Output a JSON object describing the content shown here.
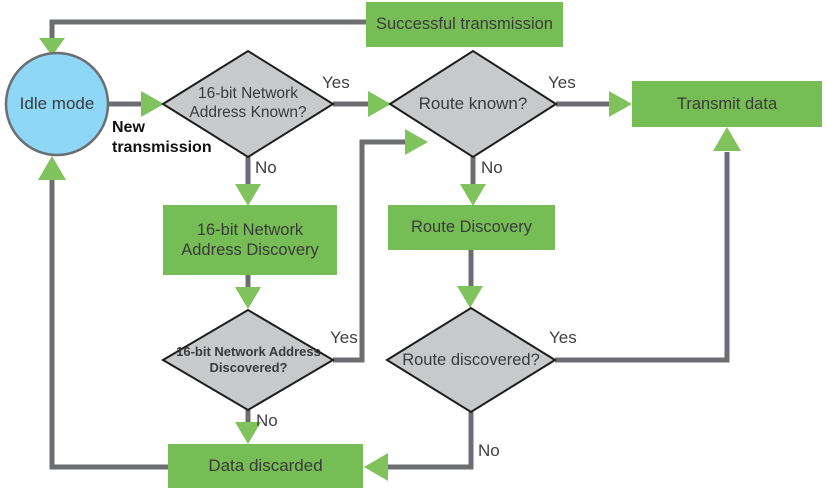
{
  "diagram": {
    "colors": {
      "box_green": "#77bd55",
      "arrow_green": "#80c35d",
      "line_gray": "#6d6e71",
      "diamond_fill": "#c8c9cb",
      "diamond_border": "#1d1d1b",
      "circle_fill": "#8ed7f7",
      "circle_border": "#6d6e71"
    },
    "nodes": {
      "successful_transmission": "Successful transmission",
      "idle_mode": "Idle mode",
      "address_known": "16-bit Network Address Known?",
      "route_known": "Route known?",
      "transmit_data": "Transmit data",
      "address_discovery": "16-bit Network Address Discovery",
      "route_discovery": "Route Discovery",
      "address_discovered": "16-bit Network Address Discovered?",
      "route_discovered": "Route discovered?",
      "data_discarded": "Data discarded"
    },
    "edge_labels": {
      "new_transmission": "New transmission",
      "address_known_yes": "Yes",
      "address_known_no": "No",
      "route_known_yes": "Yes",
      "route_known_no": "No",
      "address_discovered_yes": "Yes",
      "address_discovered_no": "No",
      "route_discovered_yes": "Yes",
      "route_discovered_no": "No"
    }
  }
}
